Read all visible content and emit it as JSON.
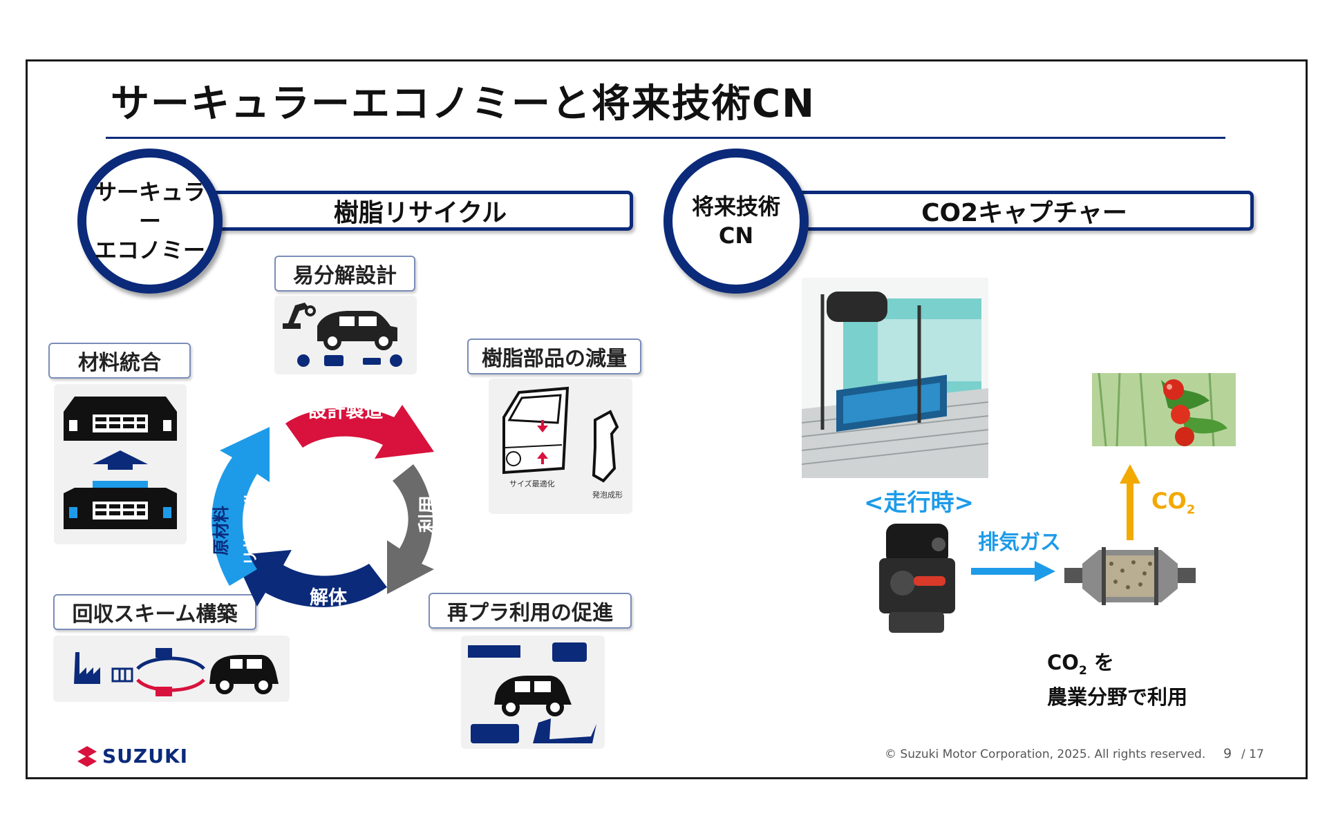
{
  "slide": {
    "title": "サーキュラーエコノミーと将来技術CN"
  },
  "left": {
    "badge_line1": "サーキュラー",
    "badge_line2": "エコノミー",
    "banner": "樹脂リサイクル",
    "labels": {
      "disassembly_design": "易分解設計",
      "material_integration": "材料統合",
      "weight_reduction": "樹脂部品の減量",
      "collection_scheme": "回収スキーム構築",
      "reuse_promotion": "再プラ利用の促進"
    },
    "cycle": {
      "design_manufacturing": "設計製造",
      "use": "利用",
      "dismantling": "解体",
      "recycle": "リサイクル",
      "raw_material": "原材料"
    },
    "weight_panel_notes": {
      "size_optimization": "サイズ最適化",
      "foam_molding": "発泡成形"
    }
  },
  "right": {
    "badge_line1": "将来技術",
    "badge_line2": "CN",
    "banner": "CO2キャプチャー",
    "driving": "<走行時>",
    "exhaust": "排気ガス",
    "co2_label": "CO",
    "co2_sub": "2",
    "agri_line1_main": "CO",
    "agri_line1_sub": "2",
    "agri_line1_rest": " を",
    "agri_line2": "農業分野で利用"
  },
  "footer": {
    "logo": "SUZUKI",
    "copyright": "© Suzuki Motor Corporation, 2025. All rights reserved.",
    "page": "9",
    "total": "/ 17"
  },
  "colors": {
    "navy": "#0b2a7a",
    "red": "#d8123c",
    "gray": "#6b6b6b",
    "blue": "#1e9be8",
    "gold": "#f2a900"
  }
}
